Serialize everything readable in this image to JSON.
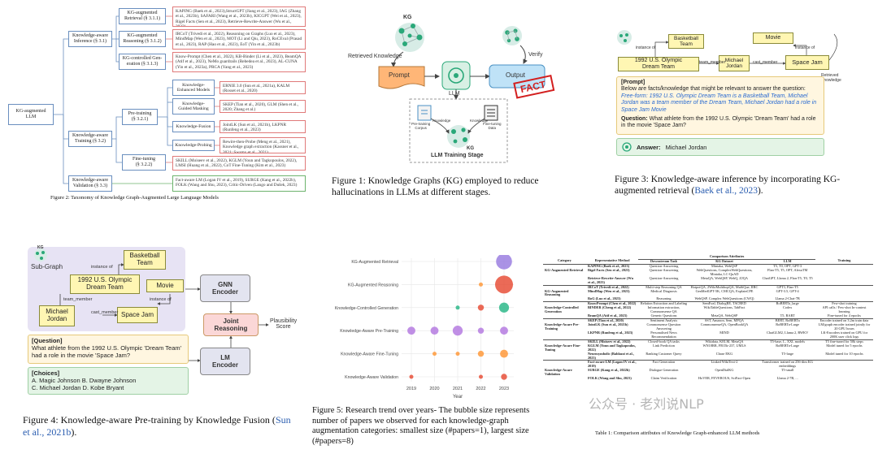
{
  "fig2": {
    "caption": "Figure 2: Taxonomy of Knowledge Graph-Augmented Large Language Models",
    "root": "KG-augmented\nLLM",
    "l1": [
      "Knowledge-aware\nInference (§ 3.1)",
      "Knowledge-aware\nTraining (§ 3.2)",
      "Knowledge-aware\nValidation (§ 3.3)"
    ],
    "l2": [
      "KG-augmented\nRetrieval (§ 3.1.1)",
      "KG-augmented\nReasoning (§ 3.1.2)",
      "KG-controlled Gen-\neration (§ 3.1.3)",
      "Pre-training\n(§ 3.2.1)",
      "Fine-tuning\n(§ 3.2.2)"
    ],
    "l3": [
      "Knowledge-\nEnhanced Models",
      "Knowledge-\nGuided Masking",
      "Knowledge-Fusion",
      "Knowledge-Probing"
    ],
    "leaves": [
      "KAPING (Baek et al., 2023),StructGPT (Jiang et al., 2023), IAG (Zhang et al., 2023b), SAFARI (Wang et al., 2023b), KICGPT (Wei et al., 2023), Rigel Facts (Sen et al., 2023), Retrieve-Rewrite-Answer (Wu et al., 2023)",
      "IRCoT (Trivedi et al., 2022), Reasoning on Graphs (Luo et al., 2023), MindMap (Wen et al., 2023), MOT (Li and Qiu, 2023), RoCEval (Prasad et al., 2023), RAP (Hao et al., 2023), EoT (Yin et al., 2023b)",
      "Know-Prompt (Chen et al., 2022), KB-Binder (Li et al., 2023), BeamQA (Atif et al., 2023), NeMo guardrails (Rebedea et al., 2023), AL-CUNA (Yin et al., 2023a), PRCA (Yang et al., 2023)",
      "ERNIE 3.0 (Sun et al., 2021a), KALM (Rosset et al., 2020)",
      "SKEP (Tian et al., 2020), GLM (Shen et al., 2020; Zhang et al.)",
      "JointLK (Sun et al., 2021b), LKPNR (Runfeng et al., 2023)",
      "Rewire-then-Probe (Meng et al., 2021), Knowledge graph extraction (Kassner et al., 2021; Swamy et al., 2021)",
      "SKILL (Moiseev et al., 2022), KGLM (Youn and Tagkopoulos, 2022), LMSI (Huang et al., 2022), CoT Fine-Tuning (Kim et al., 2023)",
      "Fact-aware LM (Logan IV et al., 2019), SURGE (Kang et al., 2022b), FOLK (Wang and Shu, 2023), Critic-Driven (Lango and Dušek, 2023)"
    ]
  },
  "fig1": {
    "caption": "Figure 1: Knowledge Graphs (KG) employed to reduce hallucinations in LLMs at different stages.",
    "kg": "KG",
    "retrieved": "Retrieved Knowledge",
    "prompt": "Prompt",
    "llm": "LLM",
    "output": "Output",
    "verify": "Verify",
    "fact": "FACT",
    "stage": "LLM Training Stage",
    "pretraining": "Pre-training\nCorpus",
    "finetuning": "Fine-tuning\nData",
    "knowledge": "Knowledge"
  },
  "fig3": {
    "caption": "Figure 3: Knowledge-aware inference by incorporating KG-augmented retrieval (",
    "cite": "Baek et al., 2023",
    "caption_end": ").",
    "kg": "KG",
    "nodes": [
      "Basketball\nTeam",
      "1992 U.S. Olympic\nDream Team",
      "Michael\nJordan",
      "Movie",
      "Space Jam"
    ],
    "rels": [
      "instance of",
      "team_member",
      "cast_member",
      "instance of",
      "Retrieved\nKnowledge"
    ],
    "prompt_label": "[Prompt]",
    "prompt_text": "Below are facts/knowledge that might be relevant to answer the question:",
    "facts": "Free-form: 1992 U.S. Olympic Dream Team is a Basketball Team,  Michael Jordan was a team member of the Dream Team, Michael Jordan had a role in Space Jam Movie",
    "question_label": "Question:",
    "question": "What athlete from the 1992 U.S. Olympic 'Dream Team' had a role in the movie 'Space Jam?",
    "answer_label": "Answer:",
    "answer": "Michael Jordan"
  },
  "fig4": {
    "caption": "Figure 4: Knowledge-aware Pre-training by Knowledge Fusion  (",
    "cite": "Sun et al., 2021b",
    "caption_end": ").",
    "kg": "KG",
    "subgraph": "Sub-Graph",
    "nodes": [
      "Basketball\nTeam",
      "1992 U.S. Olympic\nDream Team",
      "Movie",
      "Michael\nJordan",
      "Space Jam"
    ],
    "rels": [
      "instance of",
      "team_member",
      "cast_member",
      "instance of"
    ],
    "gnn": "GNN\nEncoder",
    "joint": "Joint\nReasoning",
    "lm": "LM\nEncoder",
    "score": "Plausibility\nScore",
    "question_label": "[Question]",
    "question": "What athlete from the 1992 U.S. Olympic 'Dream Team' had a role in the movie 'Space Jam?",
    "choices_label": "[Choices]",
    "choices": "A. Magic Johnson  B. Dwayne Johnson\nC. Michael Jordan D. Kobe Bryant"
  },
  "fig5": {
    "caption": "Figure 5: Research trend over years- The bubble size represents number of papers we observed for each knowledge-graph augmentation categories: smallest size (#papers=1), largest size (#papers=8)",
    "chart_data": {
      "type": "scatter",
      "xlabel": "Year",
      "x_ticks": [
        2019,
        2020,
        2021,
        2022,
        2023
      ],
      "categories": [
        "KG-Augmented Retrieval",
        "KG-Augmented Reasoning",
        "Knowledge-Controlled Generation",
        "Knowledge-Aware Pre-Training",
        "Knowledge-Aware Fine-Tuning",
        "Knowledge-Aware Validation"
      ],
      "points": [
        {
          "cat": "KG-Augmented Retrieval",
          "year": 2023,
          "papers": 7,
          "color": "#9b7fe0"
        },
        {
          "cat": "KG-Augmented Reasoning",
          "year": 2022,
          "papers": 1,
          "color": "#ff9a3c"
        },
        {
          "cat": "KG-Augmented Reasoning",
          "year": 2023,
          "papers": 8,
          "color": "#e8503a"
        },
        {
          "cat": "Knowledge-Controlled Generation",
          "year": 2021,
          "papers": 1,
          "color": "#2eb88a"
        },
        {
          "cat": "Knowledge-Controlled Generation",
          "year": 2022,
          "papers": 2,
          "color": "#e8503a"
        },
        {
          "cat": "Knowledge-Controlled Generation",
          "year": 2023,
          "papers": 4,
          "color": "#2eb88a"
        },
        {
          "cat": "Knowledge-Aware Pre-Training",
          "year": 2019,
          "papers": 3,
          "color": "#b57be0"
        },
        {
          "cat": "Knowledge-Aware Pre-Training",
          "year": 2020,
          "papers": 3,
          "color": "#b57be0"
        },
        {
          "cat": "Knowledge-Aware Pre-Training",
          "year": 2021,
          "papers": 4,
          "color": "#b57be0"
        },
        {
          "cat": "Knowledge-Aware Pre-Training",
          "year": 2022,
          "papers": 2,
          "color": "#b57be0"
        },
        {
          "cat": "Knowledge-Aware Pre-Training",
          "year": 2023,
          "papers": 3,
          "color": "#b57be0"
        },
        {
          "cat": "Knowledge-Aware Fine-Tuning",
          "year": 2020,
          "papers": 1,
          "color": "#ff9a3c"
        },
        {
          "cat": "Knowledge-Aware Fine-Tuning",
          "year": 2021,
          "papers": 1,
          "color": "#ff9a3c"
        },
        {
          "cat": "Knowledge-Aware Fine-Tuning",
          "year": 2022,
          "papers": 2,
          "color": "#ff9a3c"
        },
        {
          "cat": "Knowledge-Aware Fine-Tuning",
          "year": 2023,
          "papers": 3,
          "color": "#ff9a3c"
        },
        {
          "cat": "Knowledge-Aware Validation",
          "year": 2019,
          "papers": 1,
          "color": "#e8503a"
        },
        {
          "cat": "Knowledge-Aware Validation",
          "year": 2022,
          "papers": 1,
          "color": "#e8503a"
        },
        {
          "cat": "Knowledge-Aware Validation",
          "year": 2023,
          "papers": 2,
          "color": "#e8503a"
        }
      ]
    }
  },
  "table1": {
    "caption": "Table 1: Comparison attributes of Knowledge Graph-enhanced LLM methods",
    "super_header": "Comparison Attributes",
    "headers": [
      "Category",
      "Representative Method",
      "Downstream Task",
      "KG Dataset",
      "LLM",
      "Training"
    ],
    "rows": [
      [
        "",
        "KAPING (Baek et al., 2023)",
        "Question-Answering",
        "Mintaka, WebQSP",
        "T5, T0, OPT, GPT-3",
        ""
      ],
      [
        "KG-Augmented Retrieval",
        "Rigel Facts (Sen et al., 2023)",
        "Question-Answering",
        "WebQuestions, ComplexWebQuestions, Mintaka, LC-QuAD",
        "Flan-T5, T5, OPT, AlexaTM",
        ""
      ],
      [
        "",
        "Retrieve-Rewrite-Answer (Wu et al., 2023)",
        "Question-Answering",
        "MetaQA, WebQSP, WebQ, ZJQA",
        "ChatGPT, Llama 2, Flan-T5, T0, T5",
        ""
      ],
      [
        "",
        "IRCoT (Trivedi et al., 2022)",
        "Multi-step Reasoning QA",
        "HotpotQA, 2WikiMultihopQA, MuSiQue, IIRC",
        "GPT3, Flan-T5",
        ""
      ],
      [
        "KG-Augmented Reasoning",
        "MindMap (Wen et al., 2023)",
        "Medical Diagnosis",
        "GenMedGPT-5K, CMCQA, ExplainCPE",
        "GPT-3.5, GPT-4",
        ""
      ],
      [
        "",
        "RoG (Luo et al., 2023)",
        "Reasoning",
        "WebQSP, Complex WebQuestions (CWQ)",
        "Llama 2-Chat-7B",
        ""
      ],
      [
        "",
        "KnowPrompt (Chen et al., 2022)",
        "Relation Extraction and Labeling",
        "SemEval, DialogRE, TACRED",
        "RoBERTa_large",
        "Few-shot training"
      ],
      [
        "Knowledge-Controlled Generation",
        "BINDER (Cheng et al., 2022)",
        "Information extraction, Commonsense QA",
        "WikiTableQuestions, TabFact",
        "Codex",
        "API calls / Few-shot In-context learning"
      ],
      [
        "",
        "BeamQA (Atif et al., 2023)",
        "Generic Questions",
        "MetaQA, WebQSP",
        "T5, BART",
        "Fine-tuned for 4 epochs"
      ],
      [
        "",
        "SKEP (Tian et al., 2020)",
        "Sentiment Analysis",
        "SST, Amazon, Sem, MPQA",
        "BERT, RoBERTa",
        "Encoder trained on 3.2m train data"
      ],
      [
        "Knowledge-Aware Pre-Training",
        "JointLK (Sun et al., 2021b)",
        "Commonsense Question Answering",
        "CommonsenseQA, OpenBookQA",
        "RoBERTa-Large",
        "LM/graph encoder trained jointly for 20 GPU hours"
      ],
      [
        "",
        "LKPNR (Runfeng et al., 2023)",
        "Personalised News Recommendation",
        "MIND",
        "ChatGLM2, Llama 2, RWKV",
        "LK-Encoders trained on GPU for 200K user click logs"
      ],
      [
        "",
        "SKILL (Moiseev et al., 2022)",
        "Closed-book QA tasks",
        "Wikidata, KELM, MetaQA",
        "T5-base, L, XXL models",
        "T5 fine-tuned for 50k steps"
      ],
      [
        "Knowledge-Aware Fine-Tuning",
        "KGLM (Youn and Tagkopoulos, 2022)",
        "Link Prediction",
        "WN18RR, FB15k-237, UMLS",
        "RoBERTa-Large",
        "Model tuned for 5 epochs"
      ],
      [
        "",
        "Neurosymbolic (Baldazzi et al., 2023)",
        "Ranking Customer Query",
        "Chase EKG",
        "T5-large",
        "Model tuned for 10 epochs"
      ],
      [
        "",
        "Fact-aware LM (Logan IV et al., 2019)",
        "Fact Generation",
        "Linked WikiText-2",
        "Transformer trained on 256-dim KG embeddings",
        ""
      ],
      [
        "Knowledge-Aware Validation",
        "SURGE (Kang et al., 2022b)",
        "Dialogue Generation",
        "OpenDialKG",
        "T5-small",
        ""
      ],
      [
        "",
        "FOLK (Wang and Shu, 2023)",
        "Claim Verification",
        "HoVER, FEVEROUS, SciFact-Open",
        "Llama 2-7B, ...",
        ""
      ]
    ],
    "watermark": "公众号 · 老刘说NLP"
  }
}
